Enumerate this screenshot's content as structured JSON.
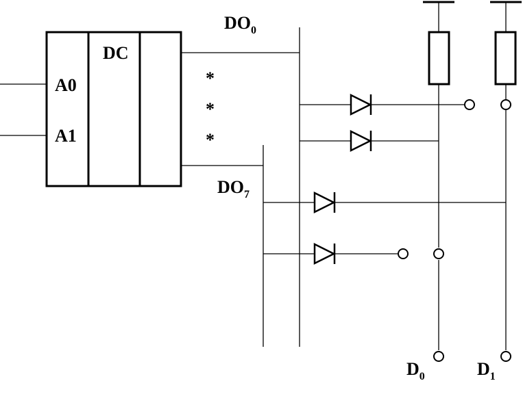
{
  "decoder": {
    "title": "DC",
    "inputs": [
      "A0",
      "A1"
    ]
  },
  "outputs": {
    "first": {
      "base": "DO",
      "sub": "0"
    },
    "last": {
      "base": "DO",
      "sub": "7"
    },
    "ellipsis": [
      "*",
      "*",
      "*"
    ]
  },
  "data_lines": [
    {
      "base": "D",
      "sub": "0"
    },
    {
      "base": "D",
      "sub": "1"
    }
  ]
}
